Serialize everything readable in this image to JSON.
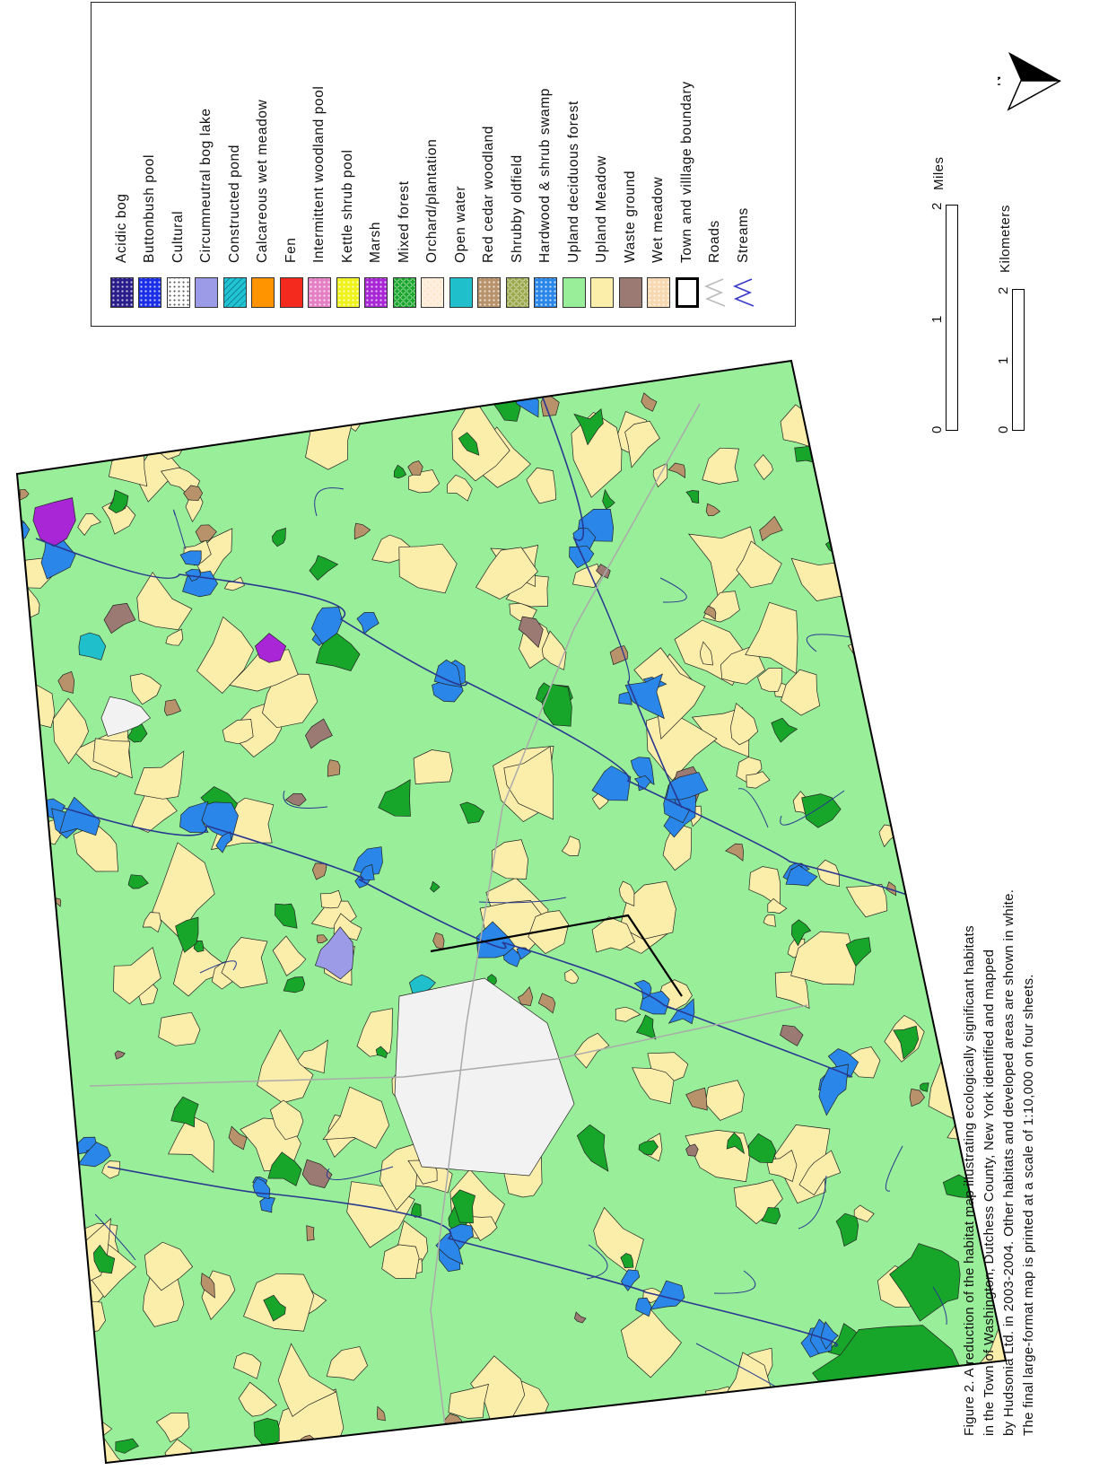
{
  "legend": {
    "items": [
      {
        "label": "Acidic bog",
        "color": "#2a1c8a",
        "pattern": "dots"
      },
      {
        "label": "Buttonbush pool",
        "color": "#1a2ee8",
        "pattern": "dots"
      },
      {
        "label": "Cultural",
        "color": "#ffffff",
        "pattern": "dots-dark"
      },
      {
        "label": "Circumneutral bog lake",
        "color": "#9b9be8",
        "pattern": "none"
      },
      {
        "label": "Constructed pond",
        "color": "#20c4d2",
        "pattern": "hatch"
      },
      {
        "label": "Calcareous wet meadow",
        "color": "#ff9400",
        "pattern": "none"
      },
      {
        "label": "Fen",
        "color": "#f42a1e",
        "pattern": "none"
      },
      {
        "label": "Intermittent woodland pool",
        "color": "#e57fc4",
        "pattern": "dots"
      },
      {
        "label": "Kettle shrub pool",
        "color": "#f0f21c",
        "pattern": "dots"
      },
      {
        "label": "Marsh",
        "color": "#a826d6",
        "pattern": "dots"
      },
      {
        "label": "Mixed forest",
        "color": "#18a62a",
        "pattern": "circles"
      },
      {
        "label": "Orchard/plantation",
        "color": "#fde9d2",
        "pattern": "circles"
      },
      {
        "label": "Open water",
        "color": "#1fc0cc",
        "pattern": "none"
      },
      {
        "label": "Red cedar woodland",
        "color": "#b8926a",
        "pattern": "dots"
      },
      {
        "label": "Shrubby oldfield",
        "color": "#9aa84a",
        "pattern": "circles"
      },
      {
        "label": "Hardwood & shrub swamp",
        "color": "#2a86e8",
        "pattern": "dots"
      },
      {
        "label": "Upland deciduous forest",
        "color": "#99ee99",
        "pattern": "none"
      },
      {
        "label": "Upland Meadow",
        "color": "#fbeeaa",
        "pattern": "none"
      },
      {
        "label": "Waste ground",
        "color": "#9c7a74",
        "pattern": "none"
      },
      {
        "label": "Wet meadow",
        "color": "#f7d8b0",
        "pattern": "dots"
      },
      {
        "label": "Town and villlage boundary",
        "color": "#ffffff",
        "pattern": "boundary"
      },
      {
        "label": "Roads",
        "color": "#bbbbbb",
        "pattern": "line"
      },
      {
        "label": "Streams",
        "color": "#3a3ac8",
        "pattern": "line"
      }
    ]
  },
  "scale": {
    "miles": {
      "ticks": [
        "0",
        "1",
        "2"
      ],
      "unit": "Miles"
    },
    "kilometers": {
      "ticks": [
        "0",
        "1",
        "2"
      ],
      "unit": "Kilometers"
    }
  },
  "north_label": "N",
  "caption": {
    "lines": [
      "Figure 2. A reduction of the habitat map illustrating ecologically significant habitats",
      "in the Town of Washington, Dutchess County, New York identified and mapped",
      "by Hudsonia Ltd. in 2003-2004.  Other habitats and developed areas are shown in white.",
      "The final large-format map is printed at a scale of 1:10,000 on four sheets."
    ]
  },
  "colors": {
    "upland_forest": "#99ee99",
    "upland_meadow": "#fbeeaa",
    "swamp": "#2a86e8",
    "mixed_forest": "#18a62a",
    "marsh": "#a826d6",
    "waste_ground": "#9c7a74",
    "red_cedar": "#b8926a",
    "open_water": "#1fc0cc",
    "circumneutral": "#9b9be8",
    "developed": "#f2f2f2",
    "streams": "#283890",
    "roads": "#aaaaaa"
  }
}
